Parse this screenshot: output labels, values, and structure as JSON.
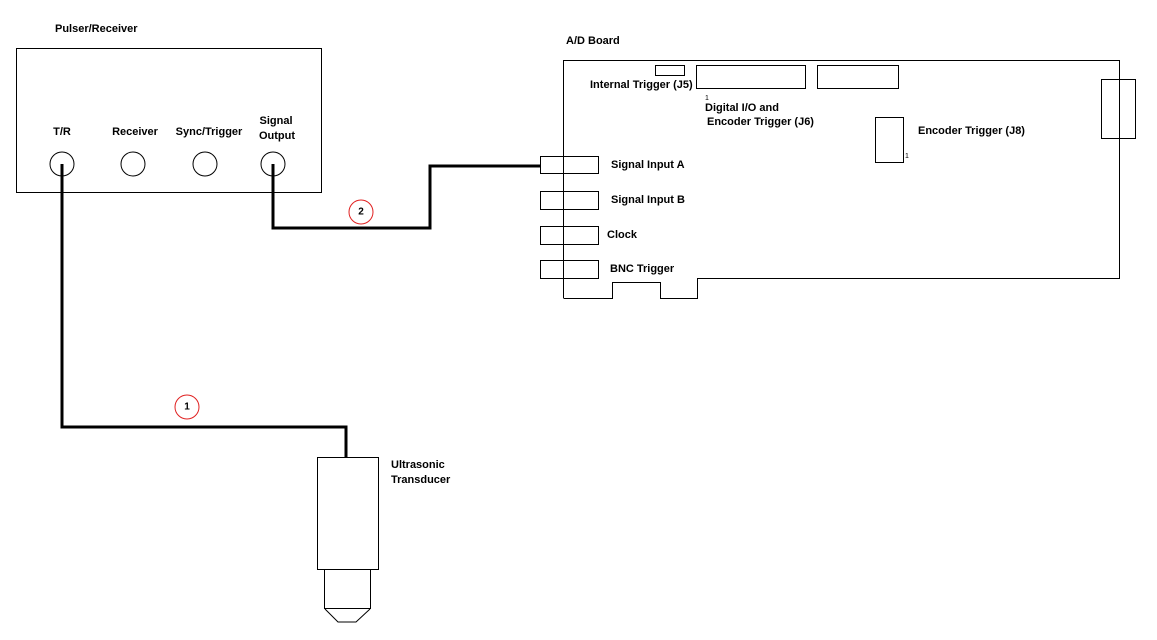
{
  "pulser": {
    "title": "Pulser/Receiver",
    "ports": [
      "T/R",
      "Receiver",
      "Sync/Trigger"
    ],
    "signal_output_line1": "Signal",
    "signal_output_line2": "Output"
  },
  "board": {
    "title": "A/D Board",
    "internal_trigger": "Internal Trigger (J5)",
    "j6_pin": "1",
    "j6_line1": "Digital I/O and",
    "j6_line2": "Encoder Trigger (J6)",
    "j8": "Encoder Trigger (J8)",
    "j8_pin": "1",
    "inputs": [
      "Signal Input A",
      "Signal Input B",
      "Clock",
      "BNC Trigger"
    ]
  },
  "transducer": {
    "line1": "Ultrasonic",
    "line2": "Transducer"
  },
  "cables": [
    "1",
    "2"
  ],
  "colors": {
    "line": "#000000",
    "marker": "#e02020"
  }
}
